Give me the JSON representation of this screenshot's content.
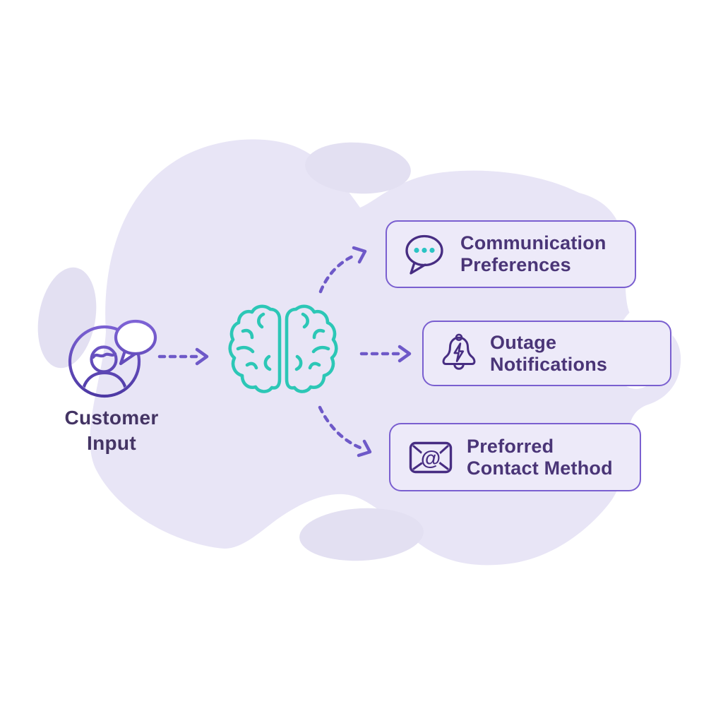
{
  "diagram": {
    "nodes": {
      "customer": {
        "icon": "person-speech-bubble-icon",
        "line1": "Customer",
        "line2": "Input"
      },
      "processor": {
        "icon": "brain-icon"
      },
      "outputs": [
        {
          "icon": "speech-bubble-dots-icon",
          "line1": "Communication",
          "line2": "Preferences"
        },
        {
          "icon": "bell-lightning-icon",
          "line1": "Outage",
          "line2": "Notifications"
        },
        {
          "icon": "envelope-at-icon",
          "line1": "Preforred",
          "line2": "Contact Method"
        }
      ]
    },
    "connections": [
      "customer -> brain",
      "brain -> communication-preferences",
      "brain -> outage-notifications",
      "brain -> preforred-contact-method"
    ]
  },
  "colors": {
    "bg": "#ffffff",
    "blob": "#e8e5f6",
    "blob-light": "#e3e0f2",
    "box-fill": "#edeaf9",
    "box-border": "#7a5fd0",
    "arrow": "#6e59c8",
    "teal": "#2cc7b6",
    "dot-teal": "#2bc4c4",
    "icon-purple": "#472d82",
    "text-dark": "#443464",
    "text-purple": "#4a3577"
  }
}
